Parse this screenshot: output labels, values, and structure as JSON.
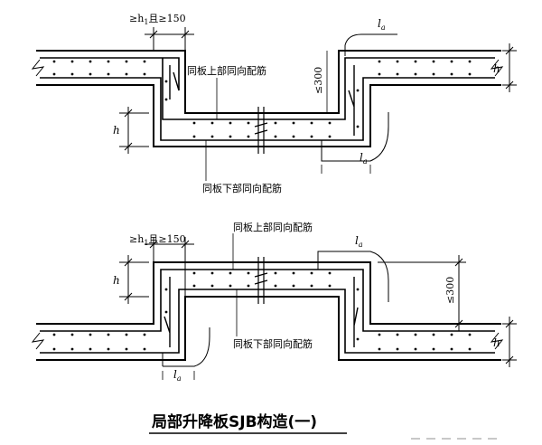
{
  "top_detail": {
    "dim_top_gt": "≥h",
    "dim_top_sub": "1",
    "dim_top_rest": "且≥150",
    "lap_label_top": "l",
    "lap_label_top_sub": "a",
    "upper_rebar_label": "同板上部同向配筋",
    "lower_rebar_label": "同板下部同向配筋",
    "step_limit": "≤300",
    "depth_label": "h",
    "slab_h_label": "h",
    "lap_label_bottom": "l",
    "lap_label_bottom_sub": "a"
  },
  "bottom_detail": {
    "dim_top_gt": "≥h",
    "dim_top_sub": "1",
    "dim_top_rest": "且≥150",
    "upper_rebar_label": "同板上部同向配筋",
    "lap_label_top": "l",
    "lap_label_top_sub": "a",
    "depth_label": "h",
    "step_limit": "≤300",
    "lower_rebar_label": "同板下部同向配筋",
    "slab_h_label": "h",
    "lap_label_bottom": "l",
    "lap_label_bottom_sub": "a"
  },
  "caption": "局部升降板SJB构造(一)"
}
